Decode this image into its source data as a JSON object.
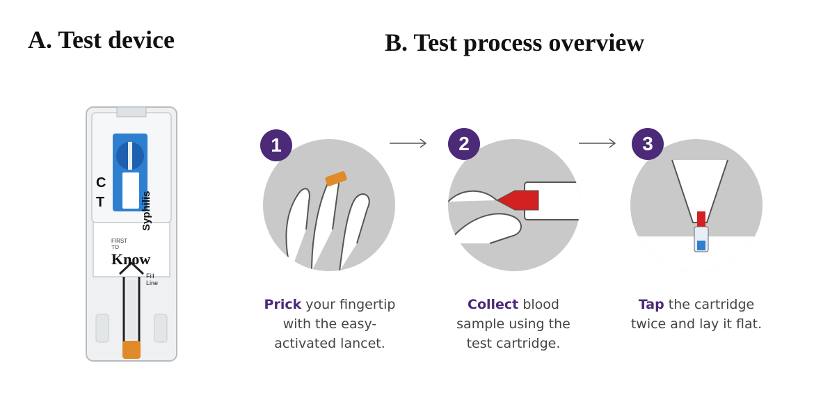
{
  "panel_a": {
    "title": "A. Test device",
    "device": {
      "label_c": "C",
      "label_t": "T",
      "label_test": "Syphilis",
      "brand_small": "FIRST TO",
      "brand_big": "Know",
      "fill_label": "Fill Line"
    }
  },
  "panel_b": {
    "title": "B. Test process overview",
    "steps": [
      {
        "number": "1",
        "bold": "Prick",
        "line1": " your fingertip",
        "line2": "with the easy-",
        "line3": "activated lancet."
      },
      {
        "number": "2",
        "bold": "Collect",
        "line1": " blood",
        "line2": "sample using the",
        "line3": "test cartridge."
      },
      {
        "number": "3",
        "bold": "Tap",
        "line1": " the cartridge",
        "line2": "twice and lay it flat.",
        "line3": ""
      }
    ]
  },
  "colors": {
    "badge": "#4b2a78",
    "circle": "#c9c9c9",
    "accent_blue": "#2f7fd1",
    "accent_red": "#d32020",
    "accent_orange": "#e08a2a"
  }
}
